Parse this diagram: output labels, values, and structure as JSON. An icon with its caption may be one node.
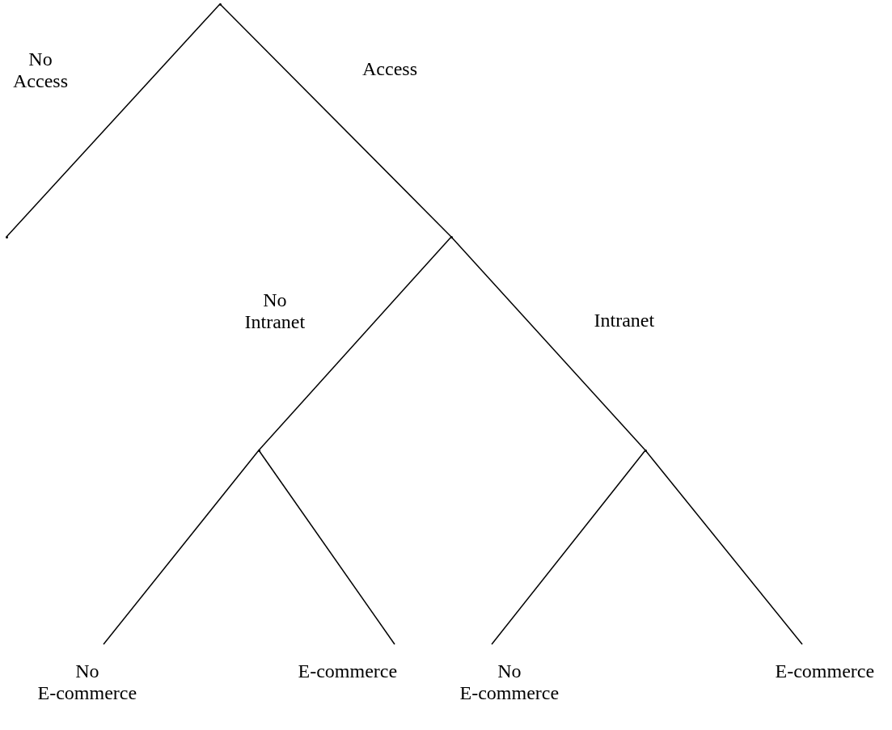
{
  "diagram": {
    "nodes": [
      {
        "text": [],
        "shape": "point"
      },
      {
        "text": [],
        "shape": "point"
      },
      {
        "text": [],
        "shape": "point"
      },
      {
        "text": [],
        "shape": "point"
      },
      {
        "text": [],
        "shape": "point"
      },
      {
        "text": [
          "No E-commerce"
        ]
      },
      {
        "text": [
          "E-commerce"
        ]
      },
      {
        "text": [
          "No E-commerce"
        ]
      },
      {
        "text": [
          "E-commerce"
        ]
      }
    ],
    "edges": [
      {
        "from": 0,
        "to": 1,
        "arrow": "none",
        "label": "No Access"
      },
      {
        "from": 0,
        "to": 2,
        "arrow": "none",
        "label": "Access"
      },
      {
        "from": 2,
        "to": 3,
        "arrow": "none",
        "label": "No Intranet"
      },
      {
        "from": 2,
        "to": 4,
        "arrow": "none",
        "label": "Intranet"
      },
      {
        "from": 3,
        "to": 5,
        "arrow": "none"
      },
      {
        "from": 3,
        "to": 6,
        "arrow": "none"
      },
      {
        "from": 4,
        "to": 7,
        "arrow": "none"
      },
      {
        "from": 4,
        "to": 8,
        "arrow": "none"
      }
    ]
  }
}
